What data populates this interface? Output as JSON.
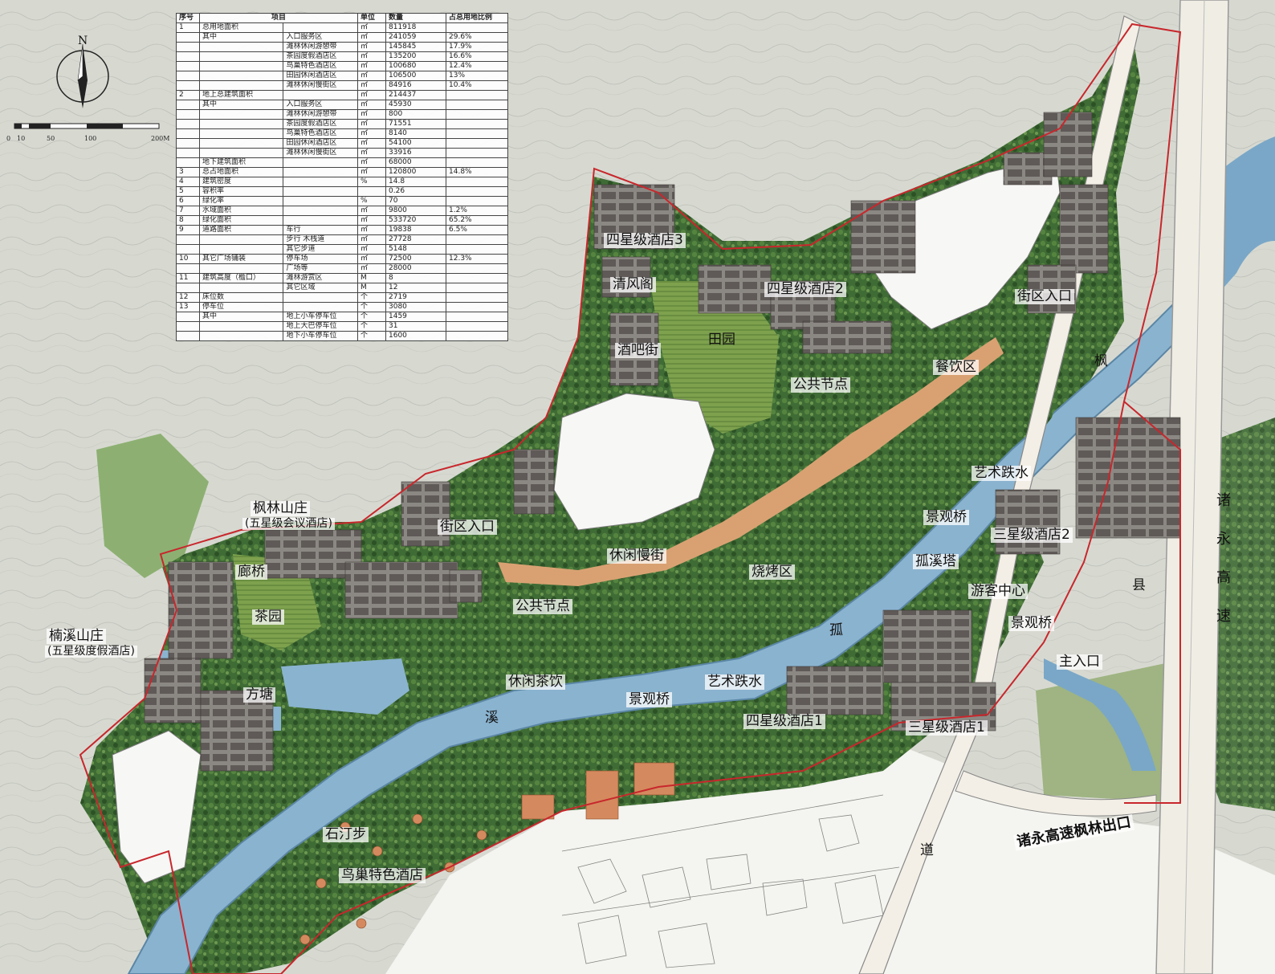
{
  "compass": {
    "north_label": "N"
  },
  "scale_bar": {
    "ticks": [
      "0",
      "10",
      "50",
      "100",
      "200M"
    ]
  },
  "table": {
    "headers": [
      "序号",
      "项目",
      "单位",
      "数量",
      "占总用地比例"
    ],
    "rows": [
      [
        "1",
        "总用地面积",
        "",
        "㎡",
        "811918",
        ""
      ],
      [
        "",
        "其中",
        "入口服务区",
        "㎡",
        "241059",
        "29.6%"
      ],
      [
        "",
        "",
        "滩林休闲游憩带",
        "㎡",
        "145845",
        "17.9%"
      ],
      [
        "",
        "",
        "茶园度假酒店区",
        "㎡",
        "135200",
        "16.6%"
      ],
      [
        "",
        "",
        "鸟巢特色酒店区",
        "㎡",
        "100680",
        "12.4%"
      ],
      [
        "",
        "",
        "田园休闲酒店区",
        "㎡",
        "106500",
        "13%"
      ],
      [
        "",
        "",
        "滩林休闲慢街区",
        "㎡",
        "84916",
        "10.4%"
      ],
      [
        "2",
        "地上总建筑面积",
        "",
        "㎡",
        "214437",
        ""
      ],
      [
        "",
        "其中",
        "入口服务区",
        "㎡",
        "45930",
        ""
      ],
      [
        "",
        "",
        "滩林休闲游憩带",
        "㎡",
        "800",
        ""
      ],
      [
        "",
        "",
        "茶园度假酒店区",
        "㎡",
        "71551",
        ""
      ],
      [
        "",
        "",
        "鸟巢特色酒店区",
        "㎡",
        "8140",
        ""
      ],
      [
        "",
        "",
        "田园休闲酒店区",
        "㎡",
        "54100",
        ""
      ],
      [
        "",
        "",
        "滩林休闲慢街区",
        "㎡",
        "33916",
        ""
      ],
      [
        "",
        "地下建筑面积",
        "",
        "㎡",
        "68000",
        ""
      ],
      [
        "3",
        "总占地面积",
        "",
        "㎡",
        "120800",
        "14.8%"
      ],
      [
        "4",
        "建筑密度",
        "",
        "%",
        "14.8",
        ""
      ],
      [
        "5",
        "容积率",
        "",
        "",
        "0.26",
        ""
      ],
      [
        "6",
        "绿化率",
        "",
        "%",
        "70",
        ""
      ],
      [
        "7",
        "水域面积",
        "",
        "㎡",
        "9800",
        "1.2%"
      ],
      [
        "8",
        "绿化面积",
        "",
        "㎡",
        "533720",
        "65.2%"
      ],
      [
        "9",
        "道路面积",
        "车行",
        "㎡",
        "19838",
        "6.5%"
      ],
      [
        "",
        "",
        "步行 木栈道",
        "㎡",
        "27728",
        ""
      ],
      [
        "",
        "",
        "其它步道",
        "㎡",
        "5148",
        ""
      ],
      [
        "10",
        "其它广场铺装",
        "停车场",
        "㎡",
        "72500",
        "12.3%"
      ],
      [
        "",
        "",
        "广场等",
        "㎡",
        "28000",
        ""
      ],
      [
        "11",
        "建筑高度（檐口）",
        "滩林游赏区",
        "M",
        "8",
        ""
      ],
      [
        "",
        "",
        "其它区域",
        "M",
        "12",
        ""
      ],
      [
        "12",
        "床位数",
        "",
        "个",
        "2719",
        ""
      ],
      [
        "13",
        "停车位",
        "",
        "个",
        "3080",
        ""
      ],
      [
        "",
        "其中",
        "地上小车停车位",
        "个",
        "1459",
        ""
      ],
      [
        "",
        "",
        "地上大巴停车位",
        "个",
        "31",
        ""
      ],
      [
        "",
        "",
        "地下小车停车位",
        "个",
        "1600",
        ""
      ]
    ]
  },
  "labels": {
    "hotel4_3": "四星级酒店3",
    "qingfengge": "清风阁",
    "hotel4_2": "四星级酒店2",
    "street_entry_ne": "街区入口",
    "jiubajie": "酒吧街",
    "tianyuan": "田园",
    "canyin": "餐饮区",
    "node_ne": "公共节点",
    "yishu_ne": "艺术跌水",
    "jingguan_e": "景观桥",
    "hotel3_2": "三星级酒店2",
    "gushita": "孤溪塔",
    "youke": "游客中心",
    "jingguan_se": "景观桥",
    "main_entry": "主入口",
    "fenglin": "枫林山庄",
    "fenglin_sub": "(五星级会议酒店)",
    "street_entry_w": "街区入口",
    "xiuxian_street": "休闲慢街",
    "shaokao": "烧烤区",
    "langqiao": "廊桥",
    "node_w": "公共节点",
    "chayuan": "茶园",
    "nanxi": "楠溪山庄",
    "nanxi_sub": "(五星级度假酒店)",
    "fangtang": "方塘",
    "xiuxian_tea": "休闲茶饮",
    "yishu_mid": "艺术跌水",
    "jingguan_mid": "景观桥",
    "hotel4_1": "四星级酒店1",
    "hotel3_1": "三星级酒店1",
    "shitingbu": "石汀步",
    "niaochao": "鸟巢特色酒店",
    "exit": "诸永高速枫林出口",
    "river_feng": "枫",
    "river_gu": "孤",
    "river_xi": "溪",
    "road_xian": "县",
    "road_dao": "道",
    "highway_vertical": [
      "诸",
      "永",
      "高",
      "速"
    ]
  }
}
